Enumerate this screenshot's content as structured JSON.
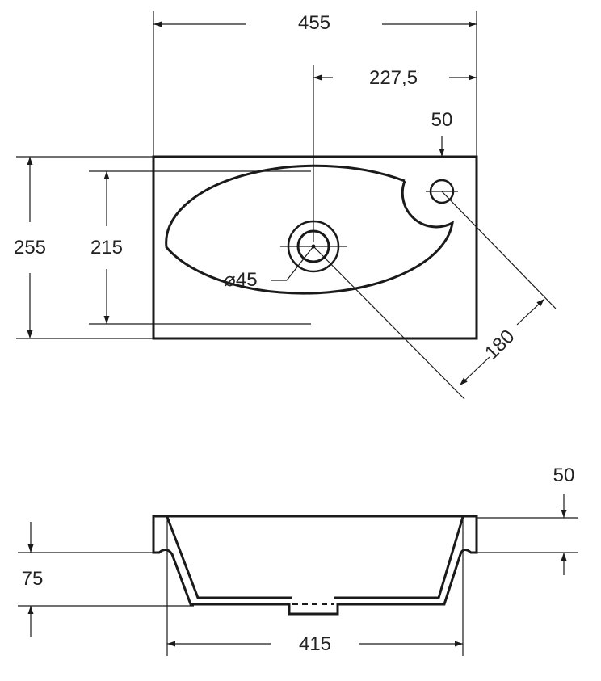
{
  "top_view": {
    "width_total": "455",
    "center_offset": "227,5",
    "tap_hole_offset": "50",
    "depth_total": "255",
    "bowl_depth": "215",
    "drain_diameter": "⌀45",
    "diagonal": "180"
  },
  "side_view": {
    "rim_thickness": "50",
    "bowl_height": "75",
    "inner_width": "415"
  }
}
